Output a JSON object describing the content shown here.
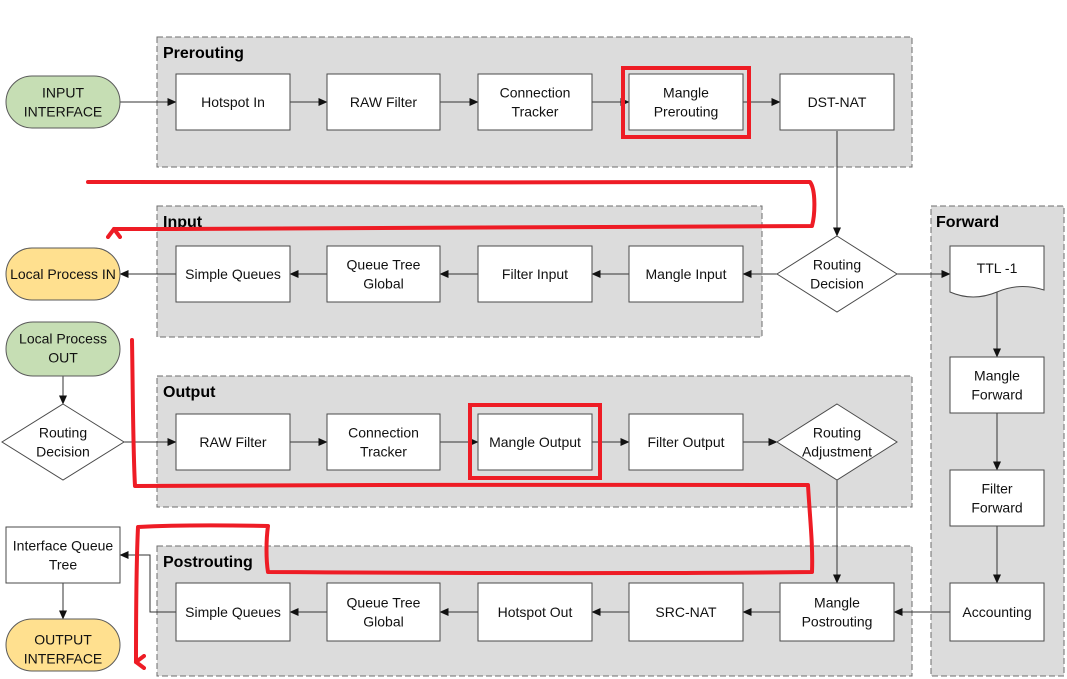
{
  "colors": {
    "group_fill": "#dcdcdc",
    "terminal_green": "#c6deb4",
    "terminal_yellow": "#ffe08f",
    "highlight_red": "#ee1c25"
  },
  "groups": {
    "prerouting": "Prerouting",
    "input": "Input",
    "output": "Output",
    "forward": "Forward",
    "postrouting": "Postrouting"
  },
  "nodes": {
    "input_interface": "INPUT\nINTERFACE",
    "pre_hotspot_in": "Hotspot In",
    "pre_raw_filter": "RAW Filter",
    "pre_conn_tracker": "Connection\nTracker",
    "pre_mangle_prerouting": "Mangle\nPrerouting",
    "pre_dst_nat": "DST-NAT",
    "routing_decision_main": "Routing\nDecision",
    "in_mangle_input": "Mangle Input",
    "in_filter_input": "Filter Input",
    "in_queue_tree_global": "Queue Tree\nGlobal",
    "in_simple_queues": "Simple Queues",
    "local_process_in": "Local Process IN",
    "local_process_out": "Local Process\nOUT",
    "routing_decision_out": "Routing\nDecision",
    "out_raw_filter": "RAW Filter",
    "out_conn_tracker": "Connection\nTracker",
    "out_mangle_output": "Mangle Output",
    "out_filter_output": "Filter Output",
    "routing_adjustment": "Routing\nAdjustment",
    "fwd_ttl": "TTL -1",
    "fwd_mangle_forward": "Mangle\nForward",
    "fwd_filter_forward": "Filter\nForward",
    "fwd_accounting": "Accounting",
    "post_mangle_postrouting": "Mangle\nPostrouting",
    "post_src_nat": "SRC-NAT",
    "post_hotspot_out": "Hotspot Out",
    "post_queue_tree_global": "Queue Tree\nGlobal",
    "post_simple_queues": "Simple Queues",
    "interface_queue_tree": "Interface Queue\nTree",
    "output_interface": "OUTPUT\nINTERFACE"
  },
  "highlighted_nodes": [
    "Mangle\nPrerouting",
    "Mangle Output"
  ]
}
